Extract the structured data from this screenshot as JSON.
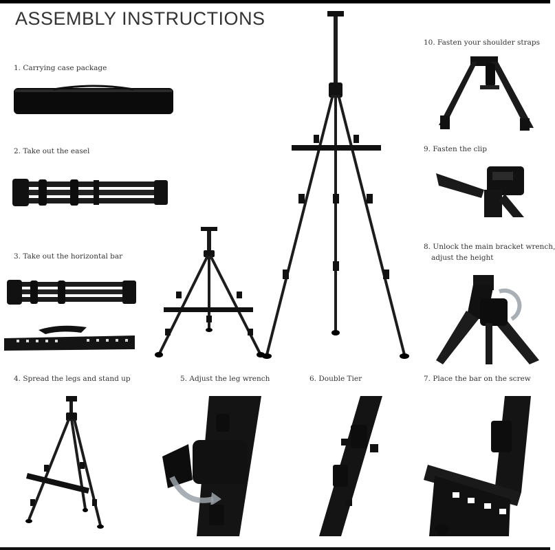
{
  "title": "ASSEMBLY INSTRUCTIONS",
  "steps": {
    "s1": "1. Carrying case package",
    "s2": "2. Take out the easel",
    "s3": "3. Take out the horizontal bar",
    "s4": "4. Spread the legs and stand up",
    "s5": "5. Adjust the leg wrench",
    "s6": "6. Double Tier",
    "s7": "7. Place the bar on the screw",
    "s8a": "8. Unlock the main bracket wrench,",
    "s8b": "adjust the height",
    "s9": "9. Fasten the clip",
    "s10": "10. Fasten your shoulder straps"
  },
  "colors": {
    "ink": "#111111",
    "text": "#333333",
    "metal": "#1c1c1c",
    "accent": "#9aa2a8"
  }
}
